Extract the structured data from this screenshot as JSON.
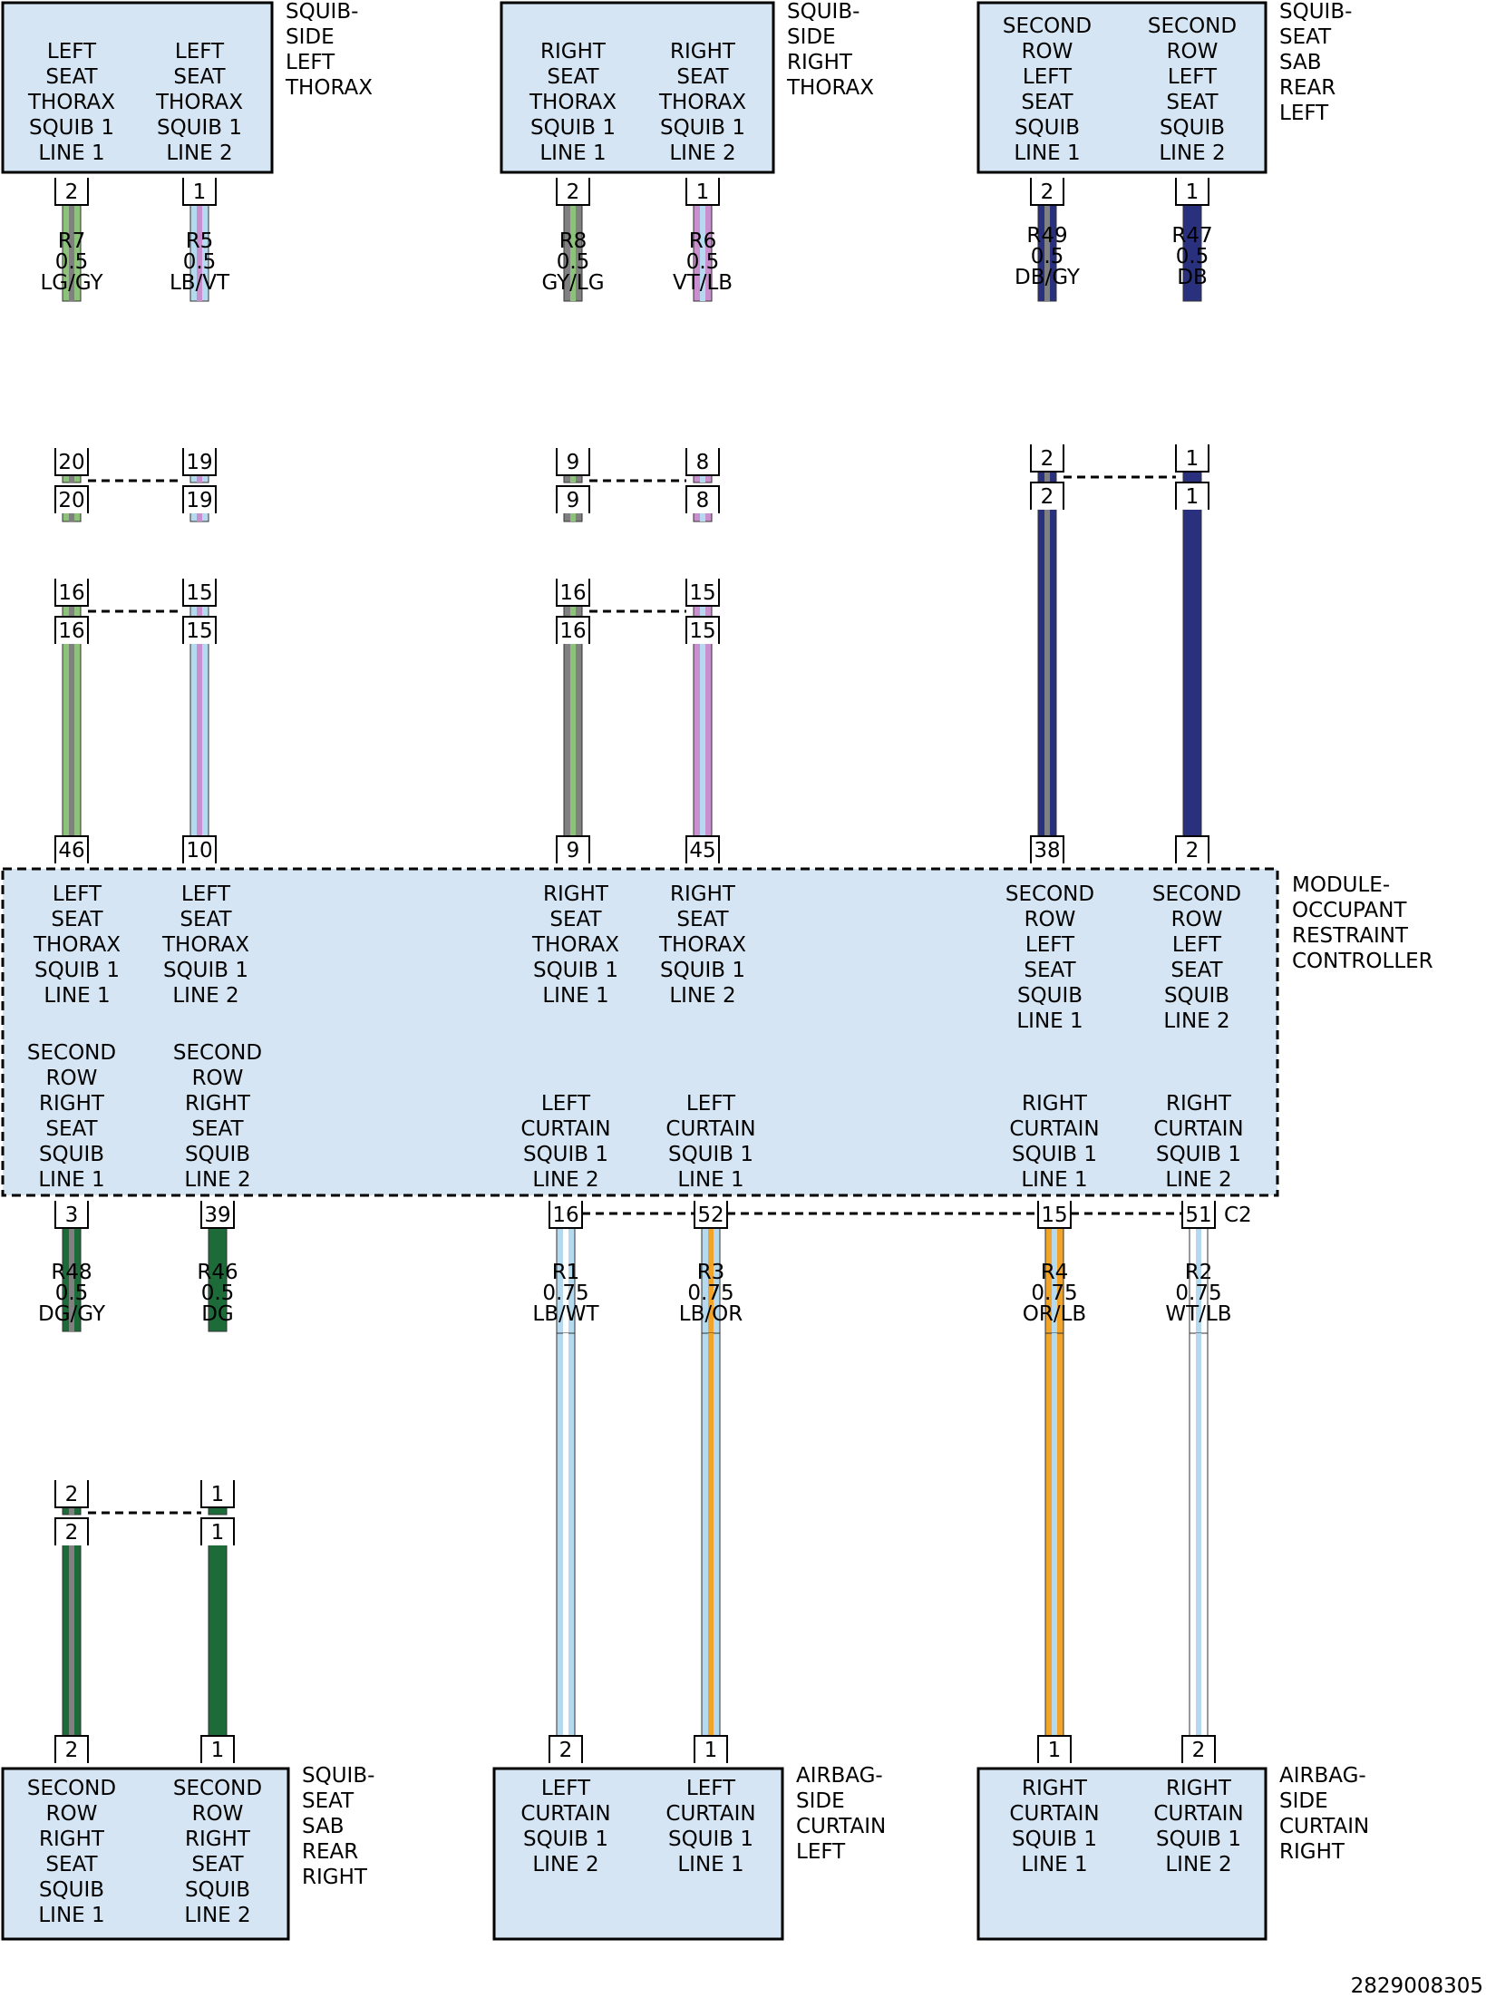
{
  "diagram_id": "2829008305",
  "components": {
    "squib_left_thorax": {
      "name": [
        "SQUIB-",
        "SIDE",
        "LEFT",
        "THORAX"
      ],
      "pins": [
        [
          "LEFT",
          "SEAT",
          "THORAX",
          "SQUIB 1",
          "LINE 1"
        ],
        [
          "LEFT",
          "SEAT",
          "THORAX",
          "SQUIB 1",
          "LINE 2"
        ]
      ]
    },
    "squib_right_thorax": {
      "name": [
        "SQUIB-",
        "SIDE",
        "RIGHT",
        "THORAX"
      ],
      "pins": [
        [
          "RIGHT",
          "SEAT",
          "THORAX",
          "SQUIB 1",
          "LINE 1"
        ],
        [
          "RIGHT",
          "SEAT",
          "THORAX",
          "SQUIB 1",
          "LINE 2"
        ]
      ]
    },
    "squib_seat_sab_rear_left": {
      "name": [
        "SQUIB-",
        "SEAT",
        "SAB",
        "REAR",
        "LEFT"
      ],
      "pins": [
        [
          "SECOND",
          "ROW",
          "LEFT",
          "SEAT",
          "SQUIB",
          "LINE 1"
        ],
        [
          "SECOND",
          "ROW",
          "LEFT",
          "SEAT",
          "SQUIB",
          "LINE 2"
        ]
      ]
    },
    "module": {
      "name": [
        "MODULE-",
        "OCCUPANT",
        "RESTRAINT",
        "CONTROLLER"
      ],
      "connector": "C2",
      "top_labels": [
        [
          "LEFT",
          "SEAT",
          "THORAX",
          "SQUIB 1",
          "LINE 1"
        ],
        [
          "LEFT",
          "SEAT",
          "THORAX",
          "SQUIB 1",
          "LINE 2"
        ],
        [
          "RIGHT",
          "SEAT",
          "THORAX",
          "SQUIB 1",
          "LINE 1"
        ],
        [
          "RIGHT",
          "SEAT",
          "THORAX",
          "SQUIB 1",
          "LINE 2"
        ],
        [
          "SECOND",
          "ROW",
          "LEFT",
          "SEAT",
          "SQUIB",
          "LINE 1"
        ],
        [
          "SECOND",
          "ROW",
          "LEFT",
          "SEAT",
          "SQUIB",
          "LINE 2"
        ]
      ],
      "bottom_labels": [
        [
          "SECOND",
          "ROW",
          "RIGHT",
          "SEAT",
          "SQUIB",
          "LINE 1"
        ],
        [
          "SECOND",
          "ROW",
          "RIGHT",
          "SEAT",
          "SQUIB",
          "LINE 2"
        ],
        [
          "LEFT",
          "CURTAIN",
          "SQUIB 1",
          "LINE 2"
        ],
        [
          "LEFT",
          "CURTAIN",
          "SQUIB 1",
          "LINE 1"
        ],
        [
          "RIGHT",
          "CURTAIN",
          "SQUIB 1",
          "LINE 1"
        ],
        [
          "RIGHT",
          "CURTAIN",
          "SQUIB 1",
          "LINE 2"
        ]
      ]
    },
    "squib_seat_sab_rear_right": {
      "name": [
        "SQUIB-",
        "SEAT",
        "SAB",
        "REAR",
        "RIGHT"
      ],
      "pins": [
        [
          "SECOND",
          "ROW",
          "RIGHT",
          "SEAT",
          "SQUIB",
          "LINE 1"
        ],
        [
          "SECOND",
          "ROW",
          "RIGHT",
          "SEAT",
          "SQUIB",
          "LINE 2"
        ]
      ]
    },
    "airbag_side_curtain_left": {
      "name": [
        "AIRBAG-",
        "SIDE",
        "CURTAIN",
        "LEFT"
      ],
      "pins": [
        [
          "LEFT",
          "CURTAIN",
          "SQUIB 1",
          "LINE 2"
        ],
        [
          "LEFT",
          "CURTAIN",
          "SQUIB 1",
          "LINE 1"
        ]
      ]
    },
    "airbag_side_curtain_right": {
      "name": [
        "AIRBAG-",
        "SIDE",
        "CURTAIN",
        "RIGHT"
      ],
      "pins": [
        [
          "RIGHT",
          "CURTAIN",
          "SQUIB 1",
          "LINE 1"
        ],
        [
          "RIGHT",
          "CURTAIN",
          "SQUIB 1",
          "LINE 2"
        ]
      ]
    }
  },
  "colors": {
    "LG": "#8dc27a",
    "GY": "#808080",
    "LB": "#b5d9ee",
    "VT": "#c98fcf",
    "DB": "#29317e",
    "DG": "#1d6b38",
    "WT": "#ffffff",
    "OR": "#f2a42a",
    "component_fill": "#d5e5f4"
  },
  "circuits": [
    {
      "id": "R7",
      "gauge": "0.5",
      "color": "LG/GY",
      "base": "LG",
      "stripe": "GY",
      "device_pin": "2",
      "inline_pins": [
        [
          "20",
          "20"
        ],
        [
          "16",
          "16"
        ]
      ],
      "module_pin": "46"
    },
    {
      "id": "R5",
      "gauge": "0.5",
      "color": "LB/VT",
      "base": "LB",
      "stripe": "VT",
      "device_pin": "1",
      "inline_pins": [
        [
          "19",
          "19"
        ],
        [
          "15",
          "15"
        ]
      ],
      "module_pin": "10"
    },
    {
      "id": "R8",
      "gauge": "0.5",
      "color": "GY/LG",
      "base": "GY",
      "stripe": "LG",
      "device_pin": "2",
      "inline_pins": [
        [
          "9",
          "9"
        ],
        [
          "16",
          "16"
        ]
      ],
      "module_pin": "9"
    },
    {
      "id": "R6",
      "gauge": "0.5",
      "color": "VT/LB",
      "base": "VT",
      "stripe": "LB",
      "device_pin": "1",
      "inline_pins": [
        [
          "8",
          "8"
        ],
        [
          "15",
          "15"
        ]
      ],
      "module_pin": "45"
    },
    {
      "id": "R49",
      "gauge": "0.5",
      "color": "DB/GY",
      "base": "DB",
      "stripe": "GY",
      "device_pin": "2",
      "inline_pins": [
        [
          "2",
          "2"
        ]
      ],
      "module_pin": "38"
    },
    {
      "id": "R47",
      "gauge": "0.5",
      "color": "DB",
      "base": "DB",
      "stripe": "",
      "device_pin": "1",
      "inline_pins": [
        [
          "1",
          "1"
        ]
      ],
      "module_pin": "2"
    },
    {
      "id": "R48",
      "gauge": "0.5",
      "color": "DG/GY",
      "base": "DG",
      "stripe": "GY",
      "module_pin": "3",
      "inline_pins": [
        [
          "2",
          "2"
        ]
      ],
      "device_pin": "2"
    },
    {
      "id": "R46",
      "gauge": "0.5",
      "color": "DG",
      "base": "DG",
      "stripe": "",
      "module_pin": "39",
      "inline_pins": [
        [
          "1",
          "1"
        ]
      ],
      "device_pin": "1"
    },
    {
      "id": "R1",
      "gauge": "0.75",
      "color": "LB/WT",
      "base": "LB",
      "stripe": "WT",
      "module_pin": "16",
      "inline_pins": [],
      "device_pin": "2"
    },
    {
      "id": "R3",
      "gauge": "0.75",
      "color": "LB/OR",
      "base": "LB",
      "stripe": "OR",
      "module_pin": "52",
      "inline_pins": [],
      "device_pin": "1"
    },
    {
      "id": "R4",
      "gauge": "0.75",
      "color": "OR/LB",
      "base": "OR",
      "stripe": "LB",
      "module_pin": "15",
      "inline_pins": [],
      "device_pin": "1"
    },
    {
      "id": "R2",
      "gauge": "0.75",
      "color": "WT/LB",
      "base": "WT",
      "stripe": "LB",
      "module_pin": "51",
      "inline_pins": [],
      "device_pin": "2"
    }
  ]
}
